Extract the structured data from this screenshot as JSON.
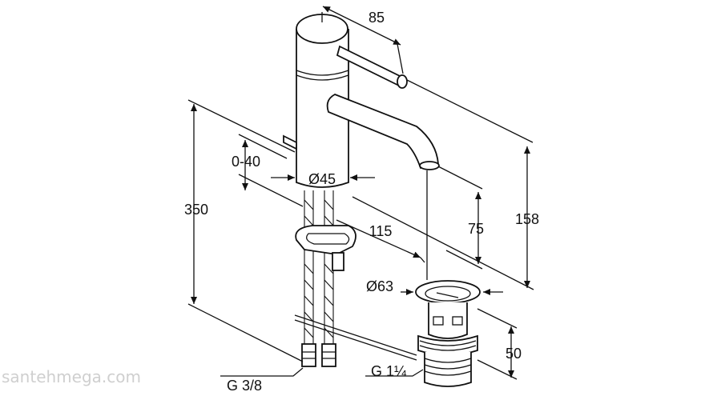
{
  "diagram": {
    "dimensions": {
      "spout_reach": "85",
      "pop_up_travel": "0-40",
      "body_diameter": "Ø45",
      "total_height": "350",
      "hose_offset": "115",
      "spout_height": "75",
      "overall_height": "158",
      "waste_diameter": "Ø63",
      "waste_height": "50",
      "hose_thread": "G 3/8",
      "waste_thread": "G 1¼"
    }
  },
  "watermark": "santehmega.com"
}
